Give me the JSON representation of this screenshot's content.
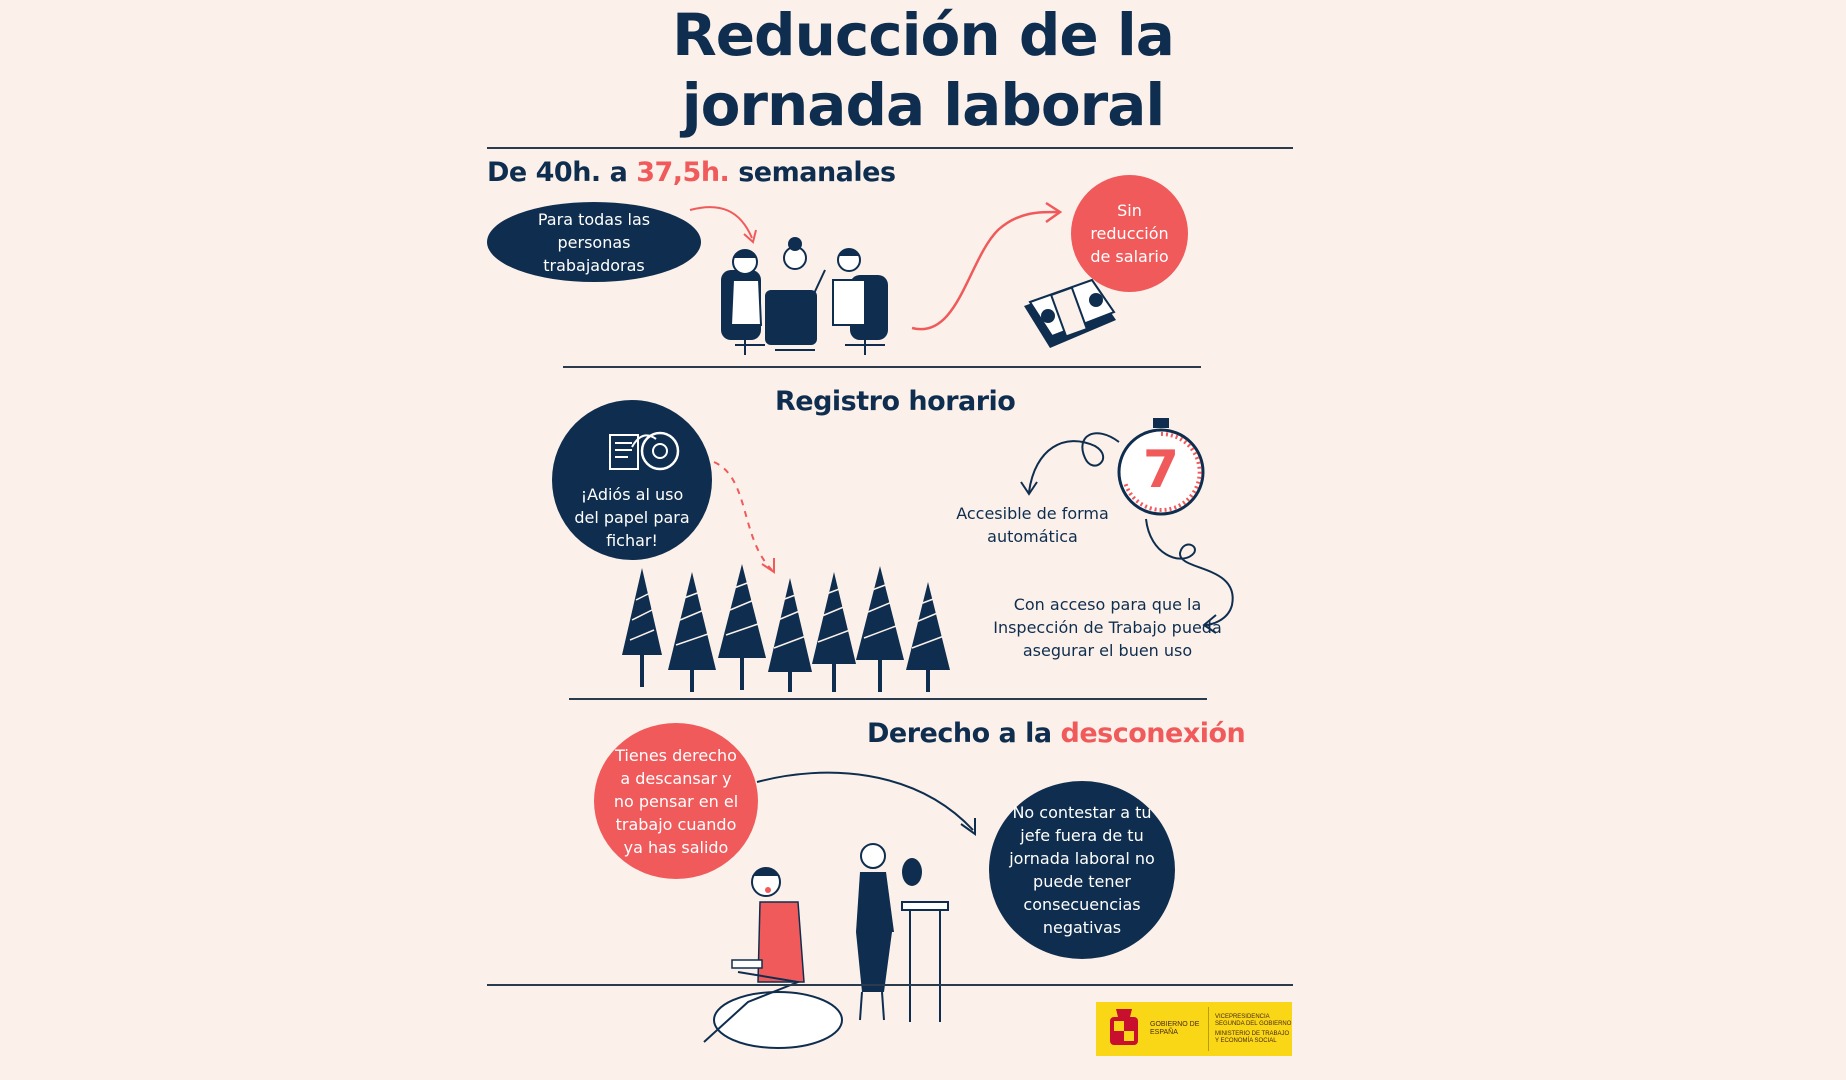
{
  "title": {
    "line1": "Reducción de la",
    "line2": "jornada laboral"
  },
  "section1": {
    "heading_part1": "De 40h. a ",
    "heading_highlight": "37,5h.",
    "heading_part2": " semanales",
    "bubble_left": "Para todas las personas trabajadoras",
    "bubble_right": "Sin reducción de salario"
  },
  "section2": {
    "heading": "Registro horario",
    "bubble_paper": "¡Adiós al uso del papel para fichar!",
    "timer_number": "7",
    "note_auto": "Accesible de forma automática",
    "note_inspection": "Con acceso para que la Inspección de Trabajo pueda asegurar el buen uso"
  },
  "section3": {
    "heading_part1": "Derecho a la ",
    "heading_highlight": "desconexión",
    "bubble_rest": "Tienes derecho a descansar y no pensar en el trabajo cuando ya has salido",
    "bubble_boss": "No contestar a tu jefe fuera de tu jornada laboral no puede tener consecuencias negativas"
  },
  "logo": {
    "gov": "GOBIERNO DE ESPAÑA",
    "vice": "VICEPRESIDENCIA SEGUNDA DEL GOBIERNO",
    "ministry": "MINISTERIO DE TRABAJO Y ECONOMÍA SOCIAL"
  },
  "colors": {
    "navy": "#0f2e4f",
    "coral": "#f05a5b",
    "background": "#fbf1ea",
    "logo_yellow": "#f9d616"
  }
}
